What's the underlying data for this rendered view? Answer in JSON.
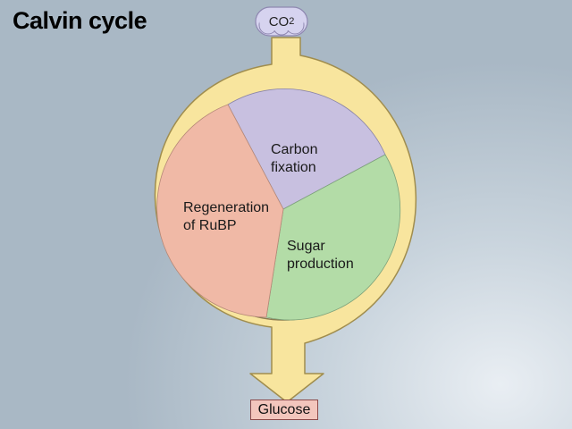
{
  "title": "Calvin cycle",
  "inputs": {
    "molecule": "CO",
    "subscript": "2"
  },
  "output": {
    "label": "Glucose"
  },
  "stages": [
    {
      "line1": "Carbon",
      "line2": "fixation",
      "color": "#c8c0e0"
    },
    {
      "line1": "Sugar",
      "line2": "production",
      "color": "#b3dca7"
    },
    {
      "line1": "Regeneration",
      "line2": "of RuBP",
      "color": "#f0b9a6"
    }
  ],
  "colors": {
    "ring": "#f8e59e",
    "ring_border": "#a08d4e",
    "co2_fill": "#d6d3ef",
    "glucose_fill": "#f3c6bd"
  }
}
